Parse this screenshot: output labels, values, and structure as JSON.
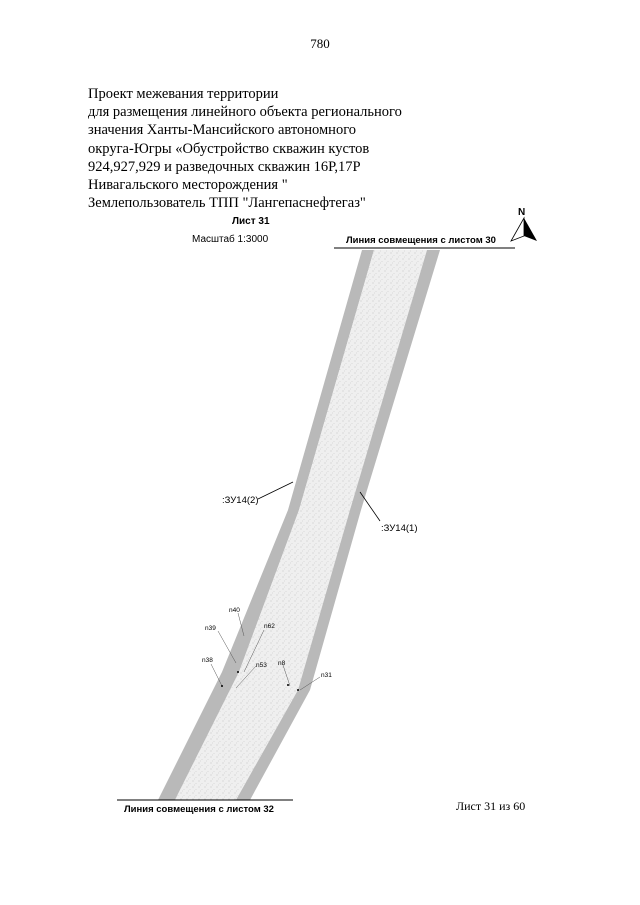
{
  "page_number": "780",
  "heading": {
    "lines": [
      "Проект межевания территории",
      "для размещения линейного объекта регионального",
      "значения Ханты-Мансийского автономного",
      "округа-Югры «Обустройство скважин кустов",
      "924,927,929 и разведочных скважин 16Р,17Р",
      "Нивагальского месторождения \"",
      "Землепользователь ТПП \"Лангепаснефтегаз\""
    ]
  },
  "map": {
    "sheet_title": "Лист 31",
    "scale": "Масштаб 1:3000",
    "north": "N",
    "top_line_label": "Линия совмещения с листом 30",
    "bottom_line_label": "Линия совмещения с листом 32",
    "parcels": [
      ":ЗУ14(2)",
      ":ЗУ14(1)"
    ],
    "points": [
      "n40",
      "n39",
      "n62",
      "n38",
      "n53",
      "n8",
      "n31"
    ],
    "colors": {
      "strip": "#b9b9b9",
      "corridor": "#ececec",
      "line": "#000000"
    }
  },
  "footer": {
    "sheet_of": "Лист 31 из 60"
  }
}
